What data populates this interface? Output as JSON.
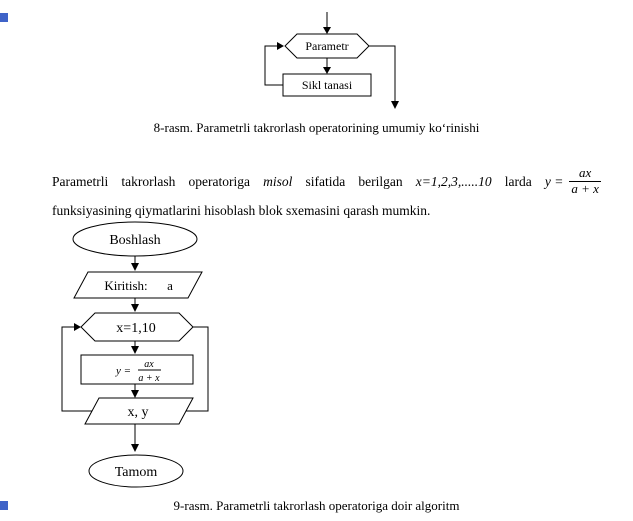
{
  "page": {
    "marker_color": "#3f63c8"
  },
  "figure8": {
    "param_label": "Parametr",
    "body_label": "Sikl tanasi",
    "caption": "8-rasm. Parametrli takrorlash operatorining umumiy ko‘rinishi"
  },
  "paragraph": {
    "w1": "Parametrli",
    "w2": "takrorlash",
    "w3": "operatoriga",
    "w4": "misol",
    "w5": "sifatida",
    "w6": "berilgan",
    "w7": "x=1,2,3,.....10",
    "w8": "larda",
    "formula": {
      "lhs": "y =",
      "num": "ax",
      "den": "a + x"
    },
    "line2": "funksiyasining qiymatlarini hisoblash blok sxemasini qarash mumkin."
  },
  "figure9": {
    "start": "Boshlash",
    "input_label": "Kiritish:",
    "input_var": "a",
    "loop_label": "x=1,10",
    "formula": {
      "lhs": "y =",
      "num": "ax",
      "den": "a + x"
    },
    "output_label": "x, y",
    "end": "Tamom",
    "caption": "9-rasm. Parametrli takrorlash operatoriga doir algoritm"
  }
}
